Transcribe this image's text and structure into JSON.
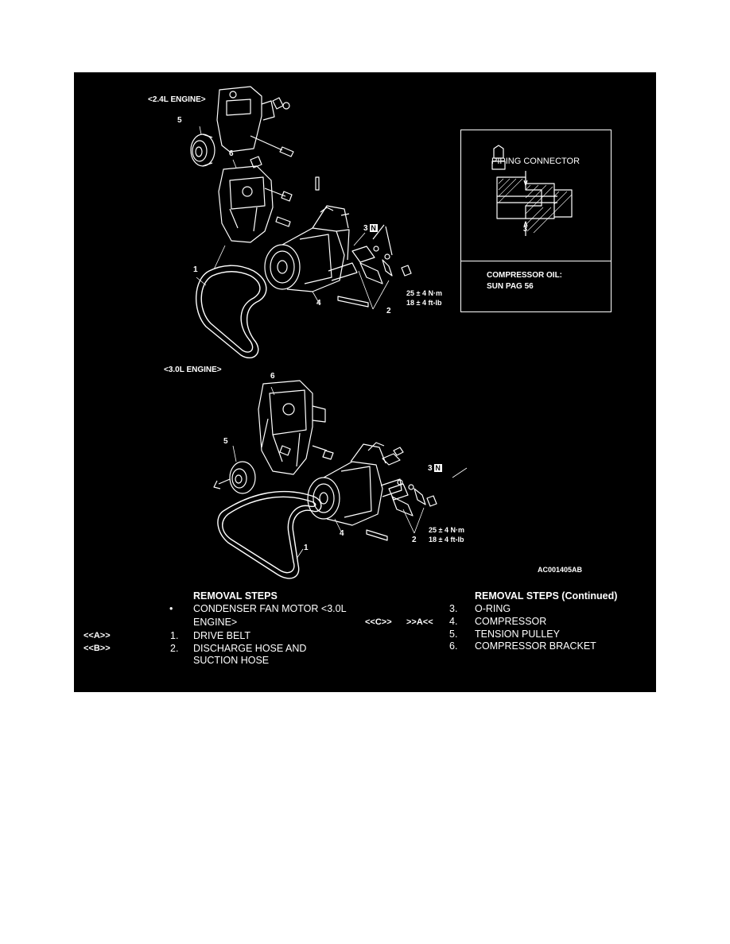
{
  "diagram": {
    "engine_24_label": "<2.4L ENGINE>",
    "engine_30_label": "<3.0L ENGINE>",
    "figure_code": "AC001405AB",
    "callouts_24": {
      "c1": "1",
      "c2": "2",
      "c3": "3",
      "c3_tag": "N",
      "c4": "4",
      "c5": "5",
      "c6": "6"
    },
    "callouts_30": {
      "c1": "1",
      "c2": "2",
      "c3": "3",
      "c3_tag": "N",
      "c4": "4",
      "c5": "5",
      "c6": "6"
    },
    "torque_24": {
      "metric": "25 ± 4 N·m",
      "imperial": "18 ± 4 ft-lb"
    },
    "torque_30": {
      "metric": "25 ± 4 N·m",
      "imperial": "18 ± 4 ft-lb"
    },
    "inset": {
      "piping_connector": "PIPING CONNECTOR",
      "callout": "3",
      "oil_title": "COMPRESSOR OIL:",
      "oil_value": "SUN PAG 56"
    }
  },
  "removal_steps": {
    "heading": "REMOVAL STEPS",
    "heading_continued": "REMOVAL STEPS (Continued)",
    "bullet": "•",
    "items": [
      {
        "ref": "",
        "num": "",
        "line1": "CONDENSER FAN MOTOR <3.0L",
        "line2": "ENGINE>"
      },
      {
        "ref": "<<A>>",
        "num": "1.",
        "line1": "DRIVE BELT",
        "line2": ""
      },
      {
        "ref": "<<B>>",
        "num": "2.",
        "line1": "DISCHARGE HOSE AND",
        "line2": "SUCTION HOSE"
      },
      {
        "ref": "",
        "num": "3.",
        "line1": "O-RING",
        "line2": ""
      },
      {
        "ref": "<<C>>",
        "ref2": ">>A<<",
        "num": "4.",
        "line1": "COMPRESSOR",
        "line2": ""
      },
      {
        "ref": "",
        "num": "5.",
        "line1": "TENSION PULLEY",
        "line2": ""
      },
      {
        "ref": "",
        "num": "6.",
        "line1": "COMPRESSOR BRACKET",
        "line2": ""
      }
    ]
  },
  "colors": {
    "background": "#000000",
    "ink": "#ffffff",
    "page": "#ffffff"
  }
}
